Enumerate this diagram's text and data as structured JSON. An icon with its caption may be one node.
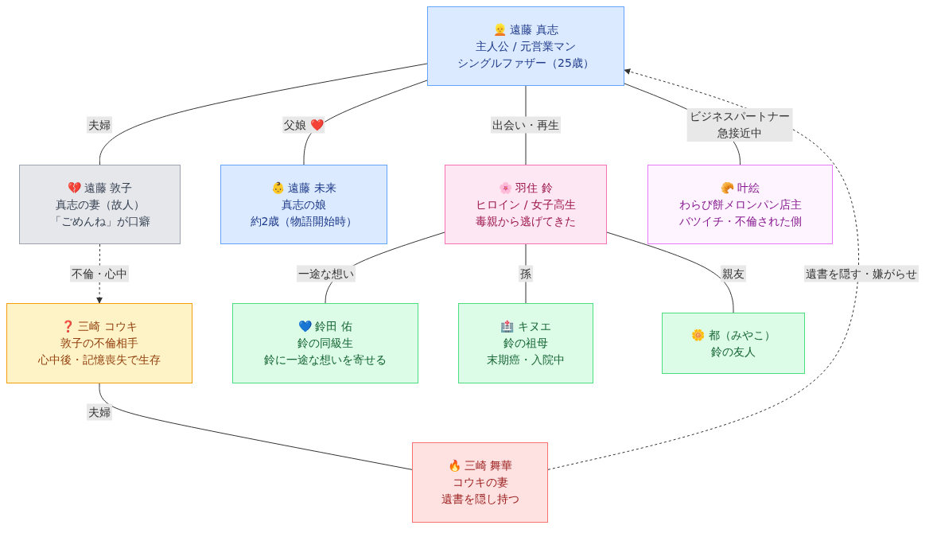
{
  "diagram": {
    "nodes": [
      {
        "text": [
          "👱 遠藤 真志",
          "主人公 / 元営業マン",
          "シングルファザー（25歳）"
        ]
      },
      {
        "text": [
          "💔 遠藤 敦子",
          "真志の妻（故人）",
          "「ごめんね」が口癖"
        ]
      },
      {
        "text": [
          "👶 遠藤 未来",
          "真志の娘",
          "約2歳（物語開始時）"
        ]
      },
      {
        "text": [
          "🌸 羽住 鈴",
          "ヒロイン / 女子高生",
          "毒親から逃げてきた"
        ]
      },
      {
        "text": [
          "🥐 叶絵",
          "わらび餅メロンパン店主",
          "バツイチ・不倫された側"
        ]
      },
      {
        "text": [
          "❓ 三崎 コウキ",
          "敦子の不倫相手",
          "心中後・記憶喪失で生存"
        ]
      },
      {
        "text": [
          "💙 鈴田 佑",
          "鈴の同級生",
          "鈴に一途な想いを寄せる"
        ]
      },
      {
        "text": [
          "🏥 キヌエ",
          "鈴の祖母",
          "末期癌・入院中"
        ]
      },
      {
        "text": [
          "🌼 都（みやこ）",
          "鈴の友人"
        ]
      },
      {
        "text": [
          "🔥 三崎 舞華",
          "コウキの妻",
          "遺書を隠し持つ"
        ]
      }
    ],
    "edges": [
      {
        "from": 0,
        "to": 1,
        "arrow": "none",
        "label": "夫婦"
      },
      {
        "from": 0,
        "to": 2,
        "arrow": "none",
        "label": "父娘 ❤️"
      },
      {
        "from": 0,
        "to": 3,
        "arrow": "none",
        "label": "出会い・再生"
      },
      {
        "from": 0,
        "to": 4,
        "arrow": "none",
        "label": "ビジネスパートナー急接近中"
      },
      {
        "from": 1,
        "to": 5,
        "arrow": "to",
        "label": "不倫・心中",
        "style": "dashed"
      },
      {
        "from": 3,
        "to": 6,
        "arrow": "none",
        "label": "一途な想い"
      },
      {
        "from": 3,
        "to": 7,
        "arrow": "none",
        "label": "孫"
      },
      {
        "from": 3,
        "to": 8,
        "arrow": "none",
        "label": "親友"
      },
      {
        "from": 5,
        "to": 9,
        "arrow": "none",
        "label": "夫婦"
      },
      {
        "from": 9,
        "to": 0,
        "arrow": "to",
        "label": "遺書を隠す・嫌がらせ",
        "style": "dashed"
      }
    ]
  }
}
